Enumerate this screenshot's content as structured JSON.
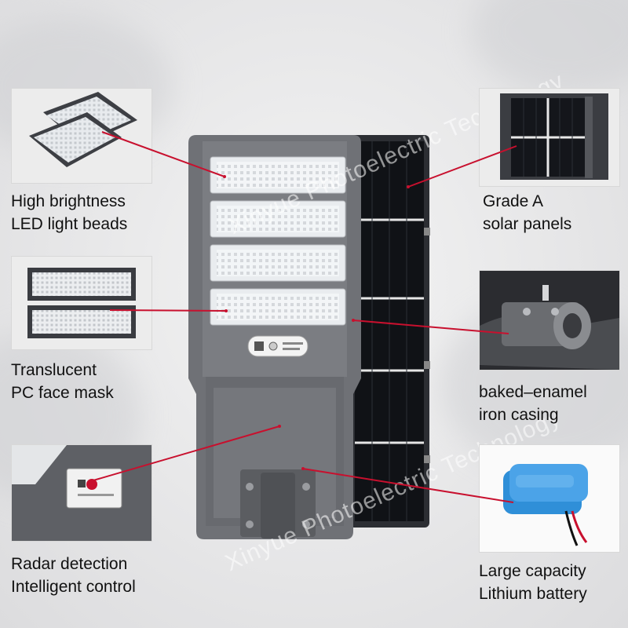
{
  "features": {
    "led": {
      "line1": "High brightness",
      "line2": "LED light beads"
    },
    "solar": {
      "line1": "Grade A",
      "line2": "solar panels"
    },
    "mask": {
      "line1": "Translucent",
      "line2": "PC face mask"
    },
    "casing": {
      "line1": "baked–enamel",
      "line2": "iron casing"
    },
    "radar": {
      "line1": "Radar detection",
      "line2": "Intelligent control"
    },
    "battery": {
      "line1": "Large capacity",
      "line2": "Lithium battery"
    }
  },
  "watermark": {
    "text1": "Xinyue Photoelectric Technology",
    "text2": "Xinyue Photoelectric Technology"
  },
  "colors": {
    "connector": "#c8102e",
    "housing": "#6d6f73",
    "solar_cell": "#15171c",
    "battery": "#2f8fd8"
  }
}
